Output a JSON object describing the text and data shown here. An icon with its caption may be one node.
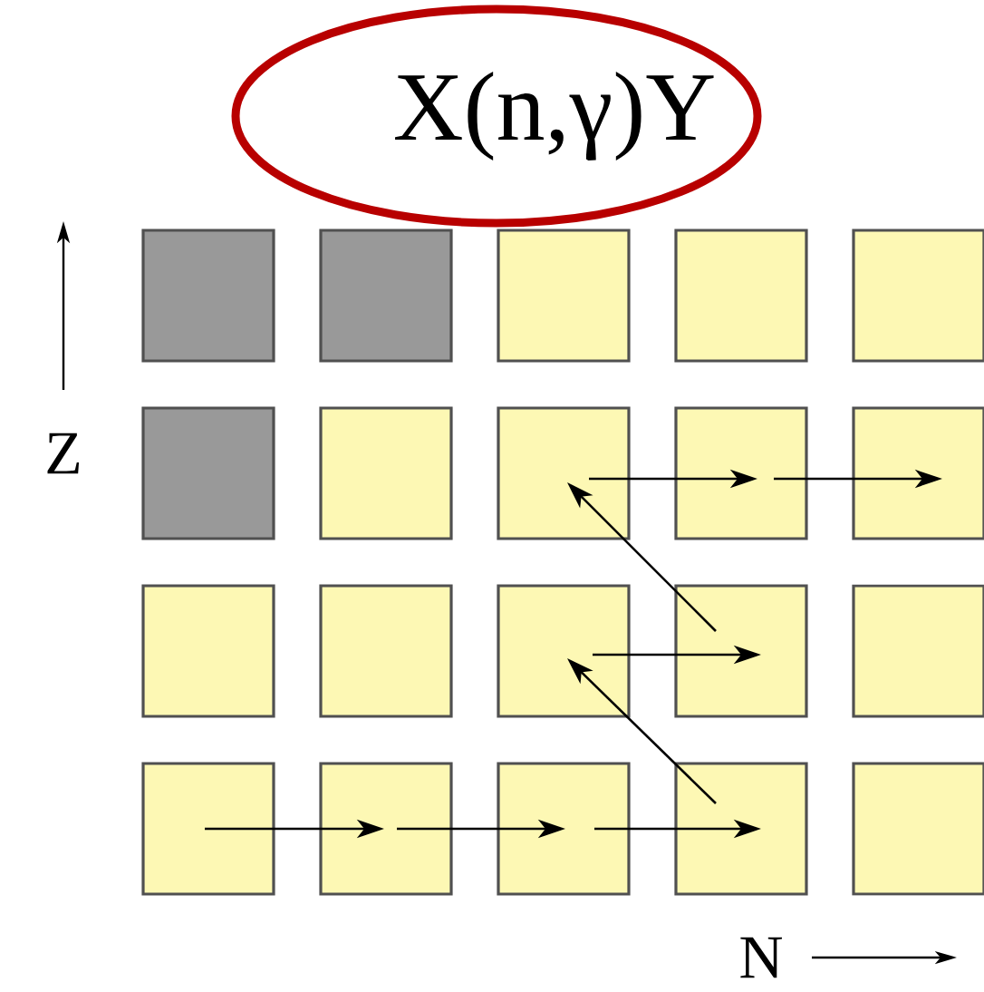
{
  "diagram": {
    "nodes": [
      {
        "text": [
          "X(n,γ)Y"
        ]
      },
      {
        "text": [],
        "shape": "box"
      },
      {
        "text": [],
        "shape": "box"
      },
      {
        "text": [],
        "shape": "box"
      },
      {
        "text": [],
        "shape": "box"
      },
      {
        "text": [],
        "shape": "box"
      },
      {
        "text": [],
        "shape": "box"
      },
      {
        "text": [],
        "shape": "box"
      },
      {
        "text": [],
        "shape": "box"
      },
      {
        "text": [],
        "shape": "box"
      },
      {
        "text": [],
        "shape": "box"
      },
      {
        "text": [],
        "shape": "box"
      },
      {
        "text": [],
        "shape": "box"
      },
      {
        "text": [],
        "shape": "box"
      },
      {
        "text": [],
        "shape": "box"
      },
      {
        "text": [],
        "shape": "box"
      },
      {
        "text": [],
        "shape": "box"
      },
      {
        "text": [],
        "shape": "box"
      },
      {
        "text": [],
        "shape": "box"
      },
      {
        "text": [],
        "shape": "box"
      },
      {
        "text": [],
        "shape": "box"
      }
    ],
    "edges": [
      {
        "from": 16,
        "to": 17,
        "arrow": "to"
      },
      {
        "from": 17,
        "to": 18,
        "arrow": "to"
      },
      {
        "from": 18,
        "to": 19,
        "arrow": "to"
      },
      {
        "from": 19,
        "to": 13,
        "arrow": "to"
      },
      {
        "from": 13,
        "to": 14,
        "arrow": "to"
      },
      {
        "from": 14,
        "to": 8,
        "arrow": "to"
      },
      {
        "from": 8,
        "to": 9,
        "arrow": "to"
      },
      {
        "from": 9,
        "to": 10,
        "arrow": "to"
      }
    ],
    "labels": [
      "Z",
      "N"
    ]
  }
}
